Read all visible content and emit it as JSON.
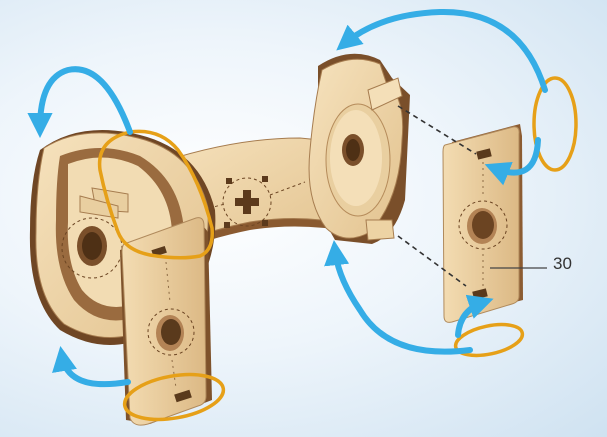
{
  "diagram": {
    "callout_label": "30",
    "colors": {
      "background_light": "#ffffff",
      "background_dark": "#cfe2f1",
      "arrow": "#35ade6",
      "rubber_band": "#e6a018",
      "wood_face": "#edd3a4",
      "wood_edge": "#9a6b3f",
      "wood_dark": "#7a4f2a"
    },
    "icons": [
      "rotation-arrow",
      "insert-arrow",
      "rubber-band",
      "assembly-guide-line"
    ]
  }
}
